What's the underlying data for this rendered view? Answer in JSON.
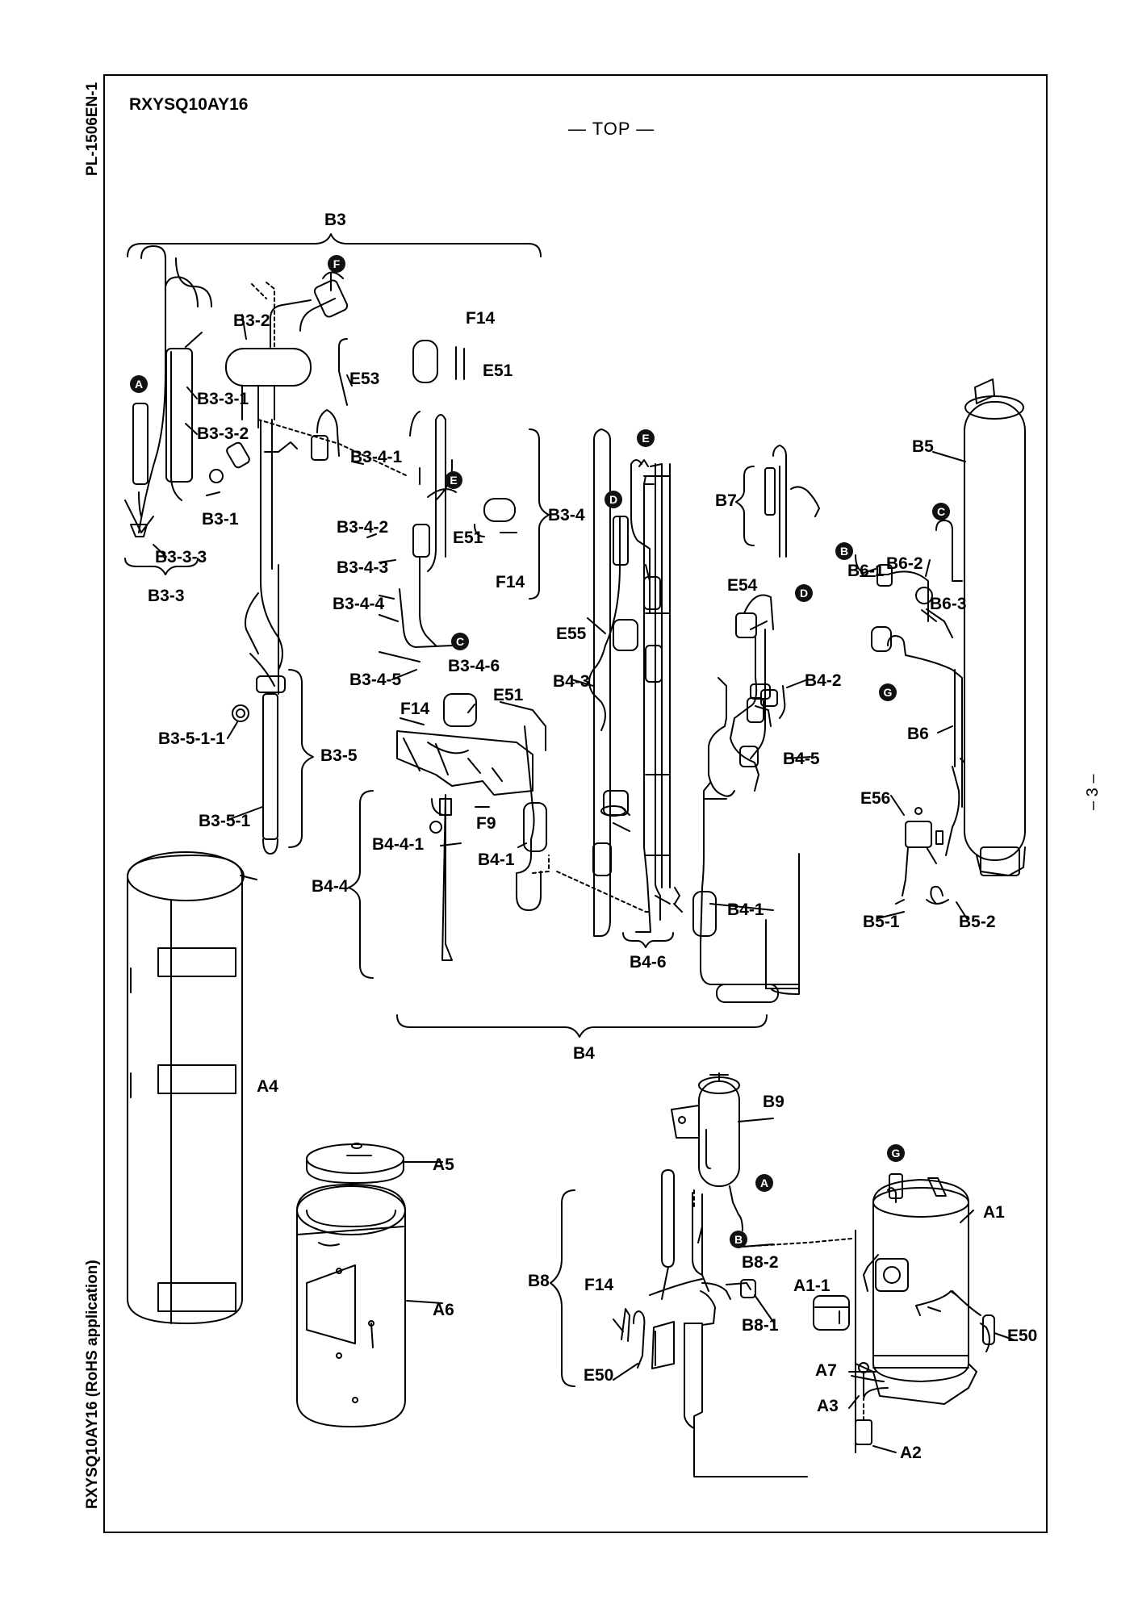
{
  "document": {
    "doc_code": "PL-1506EN-1",
    "side_title": "RXYSQ10AY16 (RoHS application)",
    "model": "RXYSQ10AY16",
    "view": "— TOP —",
    "page_number": "– 3 –"
  },
  "groups": {
    "B3": "B3",
    "B3-3": "B3-3",
    "B3-4": "B3-4",
    "B3-5": "B3-5",
    "B4": "B4",
    "B4-4": "B4-4",
    "B4-6": "B4-6",
    "B7": "B7",
    "B8": "B8"
  },
  "parts": {
    "B3-2": "B3-2",
    "B3-3-1": "B3-3-1",
    "B3-3-2": "B3-3-2",
    "B3-1": "B3-1",
    "B3-3-3": "B3-3-3",
    "B3-5-1-1": "B3-5-1-1",
    "B3-5-1": "B3-5-1",
    "E53": "E53",
    "F14_a": "F14",
    "E51_a": "E51",
    "B3-4-1": "B3-4-1",
    "B3-4-2": "B3-4-2",
    "B3-4-3": "B3-4-3",
    "B3-4-4": "B3-4-4",
    "B3-4-5": "B3-4-5",
    "B3-4-6": "B3-4-6",
    "E51_b": "E51",
    "F14_b": "F14",
    "F14_c": "F14",
    "E51_c": "E51",
    "F9": "F9",
    "B4-4-1": "B4-4-1",
    "B4-1_a": "B4-1",
    "E55": "E55",
    "B4-3": "B4-3",
    "E54": "E54",
    "B4-2": "B4-2",
    "B4-5": "B4-5",
    "B4-1_b": "B4-1",
    "B5": "B5",
    "B6-1": "B6-1",
    "B6-2": "B6-2",
    "B6-3": "B6-3",
    "B6": "B6",
    "E56": "E56",
    "B5-1": "B5-1",
    "B5-2": "B5-2",
    "A4": "A4",
    "A5": "A5",
    "A6": "A6",
    "B9": "B9",
    "B8-2": "B8-2",
    "F14_d": "F14",
    "B8-1": "B8-1",
    "E50_a": "E50",
    "A1": "A1",
    "A1-1": "A1-1",
    "E50_b": "E50",
    "A7": "A7",
    "A3": "A3",
    "A2": "A2"
  },
  "markers": {
    "F_1": "F",
    "A_1": "A",
    "E_1": "E",
    "E_2": "E",
    "D_1": "D",
    "D_2": "D",
    "C_1": "C",
    "C_2": "C",
    "B_1": "B",
    "G_1": "G",
    "A_2": "A",
    "B_2": "B",
    "G_2": "G"
  }
}
